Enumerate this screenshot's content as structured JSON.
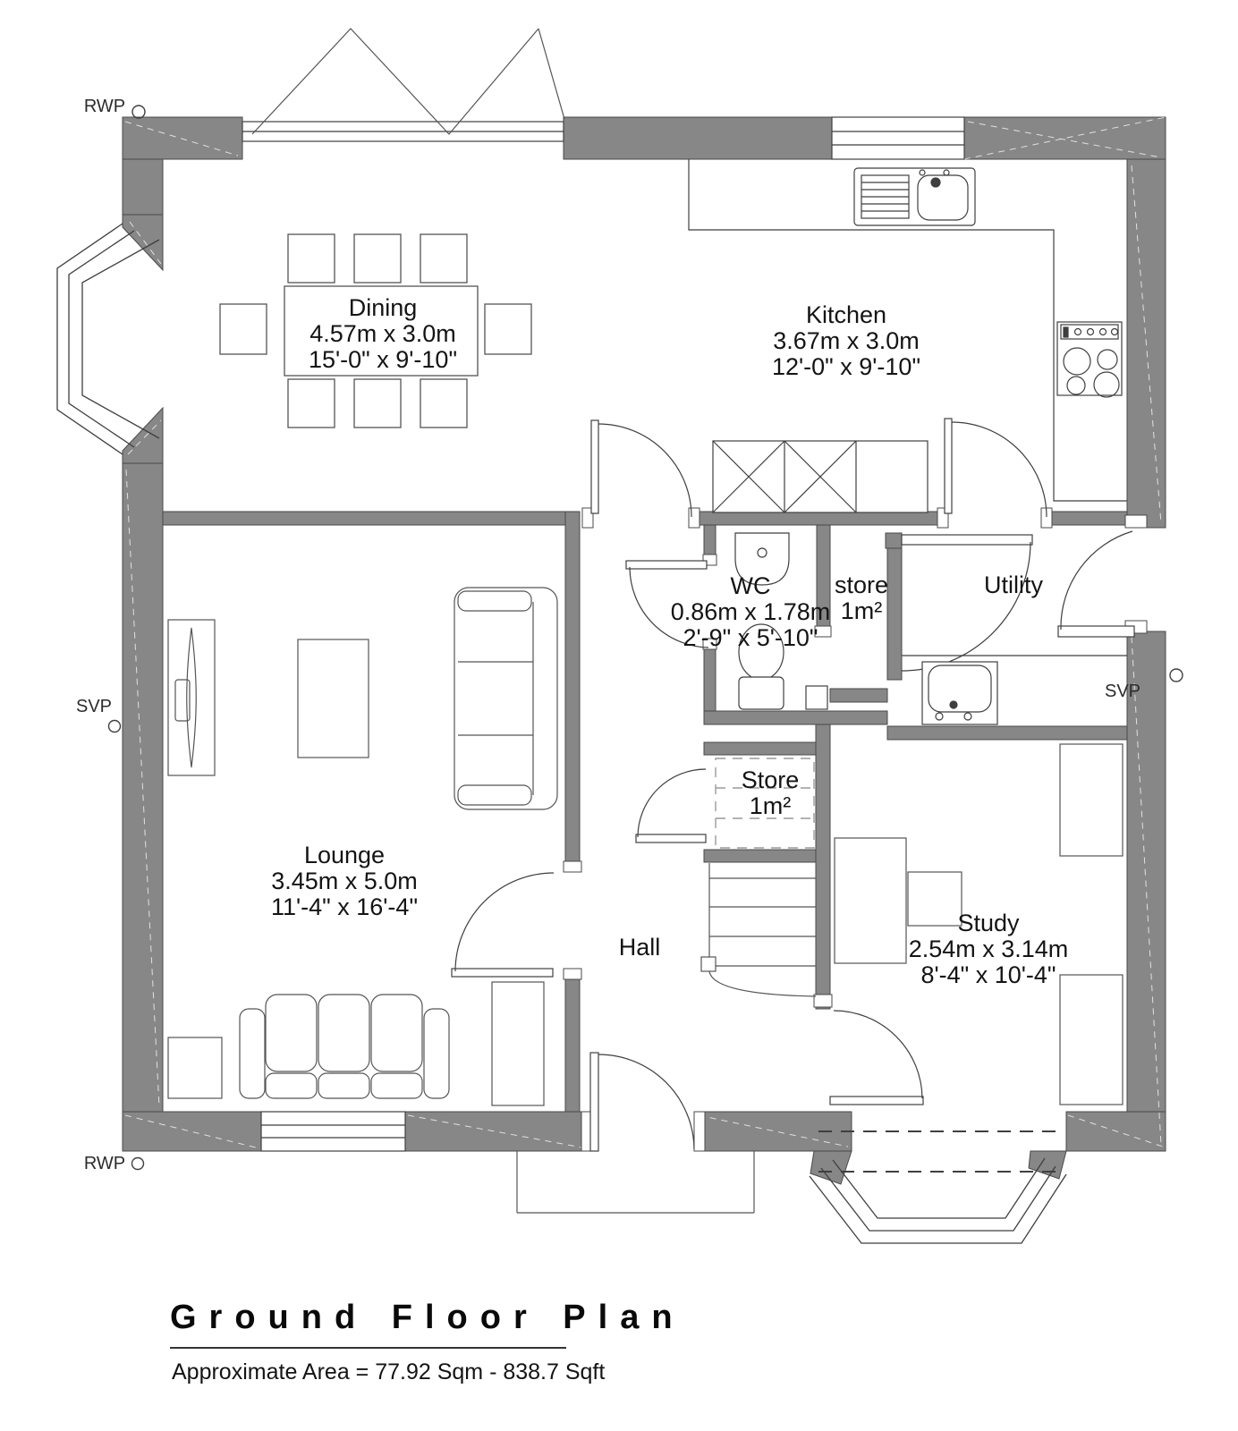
{
  "plan": {
    "title": "Ground Floor Plan",
    "area_note": "Approximate Area = 77.92 Sqm - 838.7 Sqft",
    "colors": {
      "wall_fill": "#878787",
      "line": "#3f3f3f",
      "text": "#111111",
      "background": "#ffffff"
    },
    "rooms": {
      "dining": {
        "name": "Dining",
        "metric": "4.57m x 3.0m",
        "imperial": "15'-0\" x 9'-10\""
      },
      "kitchen": {
        "name": "Kitchen",
        "metric": "3.67m x 3.0m",
        "imperial": "12'-0\" x 9'-10\""
      },
      "wc": {
        "name": "WC",
        "metric": "0.86m x 1.78m",
        "imperial": "2'-9\" x 5'-10\""
      },
      "store_small": {
        "name": "store",
        "area": "1m²"
      },
      "utility": {
        "name": "Utility"
      },
      "store_under_stairs": {
        "name": "Store",
        "area": "1m²"
      },
      "lounge": {
        "name": "Lounge",
        "metric": "3.45m x 5.0m",
        "imperial": "11'-4\" x 16'-4\""
      },
      "hall": {
        "name": "Hall"
      },
      "study": {
        "name": "Study",
        "metric": "2.54m x 3.14m",
        "imperial": "8'-4\" x 10'-4\""
      }
    },
    "annotations": {
      "rwp_top": "RWP",
      "svp_left": "SVP",
      "svp_right": "SVP",
      "rwp_bottom": "RWP"
    }
  }
}
